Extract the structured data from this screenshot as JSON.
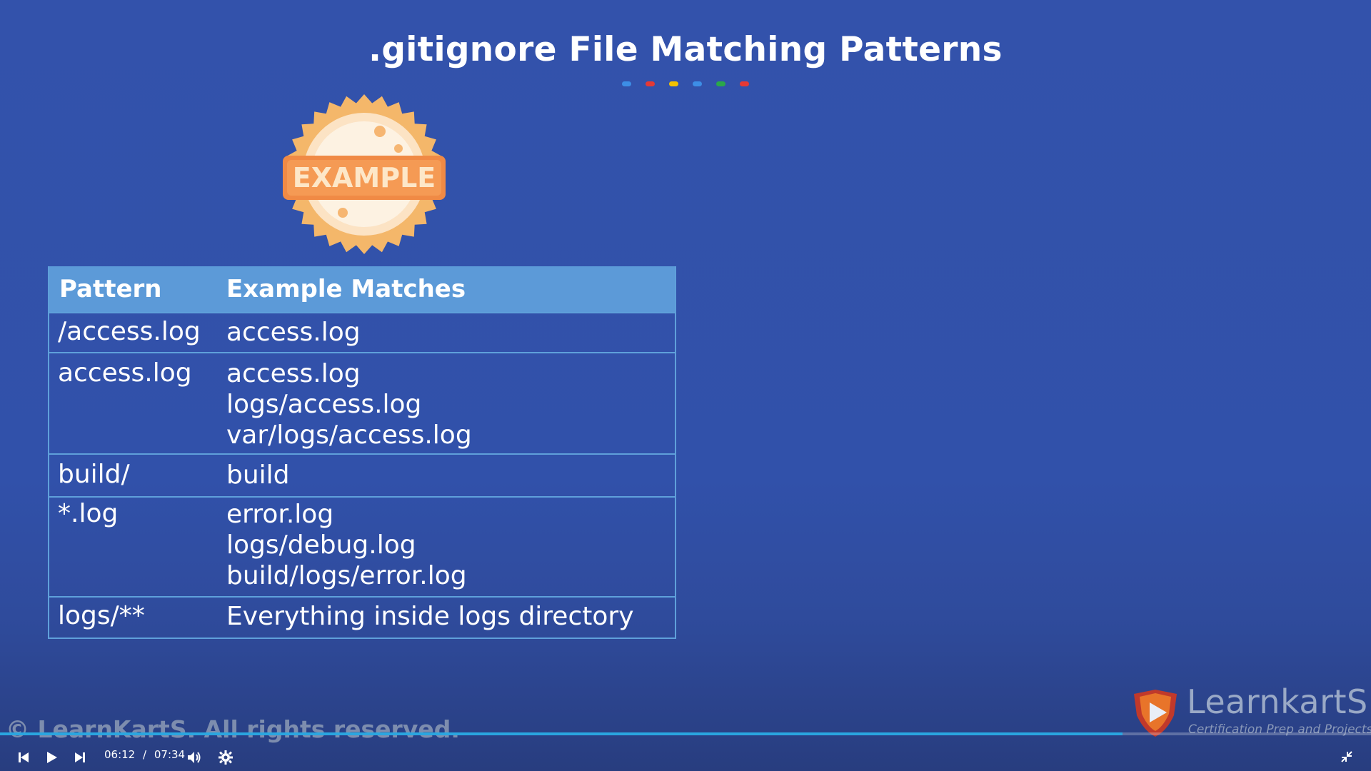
{
  "slide": {
    "title": ".gitignore File Matching Patterns",
    "dot_colors": [
      "#3d8ee6",
      "#e53935",
      "#f2c200",
      "#3d8ee6",
      "#2aa84a",
      "#e53935"
    ],
    "badge_text": "EXAMPLE"
  },
  "table": {
    "headers": [
      "Pattern",
      "Example Matches"
    ],
    "rows": [
      {
        "pattern": "/access.log",
        "matches": [
          "access.log"
        ]
      },
      {
        "pattern": "access.log",
        "matches": [
          "access.log",
          "logs/access.log",
          "var/logs/access.log"
        ]
      },
      {
        "pattern": "build/",
        "matches": [
          "build"
        ]
      },
      {
        "pattern": "*.log",
        "matches": [
          "error.log",
          "logs/debug.log",
          "build/logs/error.log"
        ]
      },
      {
        "pattern": "logs/**",
        "matches": [
          "Everything inside logs directory"
        ]
      }
    ]
  },
  "watermark": {
    "copyright": "© LearnKartS. All rights reserved.",
    "brand_name": "LearnkartS",
    "brand_tagline": "Certification Prep and Projects"
  },
  "player": {
    "current_time": "06:12",
    "separator": "/",
    "duration": "07:34",
    "progress_fraction": 0.819,
    "icons": [
      "skip-back-icon",
      "play-icon",
      "skip-forward-icon",
      "volume-icon",
      "settings-gear-icon",
      "exit-fullscreen-icon"
    ],
    "accent_color": "#2aa6e0"
  }
}
